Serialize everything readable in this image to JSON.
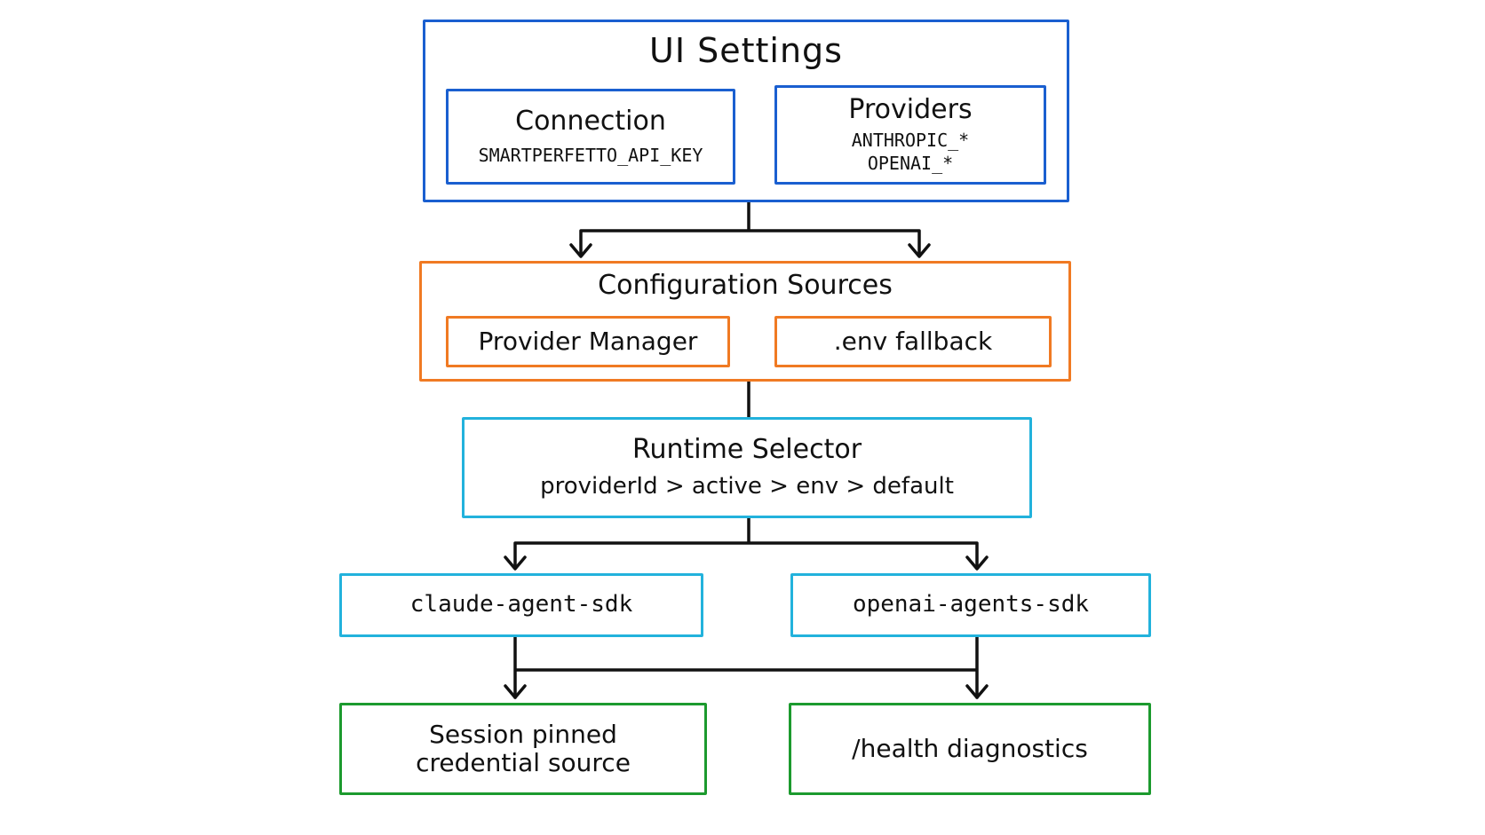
{
  "ui_settings": {
    "title": "UI Settings",
    "connection": {
      "title": "Connection",
      "detail": "SMARTPERFETTO_API_KEY"
    },
    "providers": {
      "title": "Providers",
      "detail_1": "ANTHROPIC_*",
      "detail_2": "OPENAI_*"
    }
  },
  "configuration_sources": {
    "title": "Configuration Sources",
    "provider_manager": "Provider Manager",
    "env_fallback": ".env fallback"
  },
  "runtime_selector": {
    "title": "Runtime Selector",
    "priority": "providerId > active > env > default"
  },
  "runtimes": {
    "claude": "claude-agent-sdk",
    "openai": "openai-agents-sdk"
  },
  "outputs": {
    "session_line_1": "Session pinned",
    "session_line_2": "credential source",
    "health": "/health diagnostics"
  },
  "colors": {
    "blue": "#1a5fd0",
    "orange": "#f07a23",
    "cyan": "#22b2dc",
    "green": "#1c9a2e",
    "connector": "#111111"
  }
}
